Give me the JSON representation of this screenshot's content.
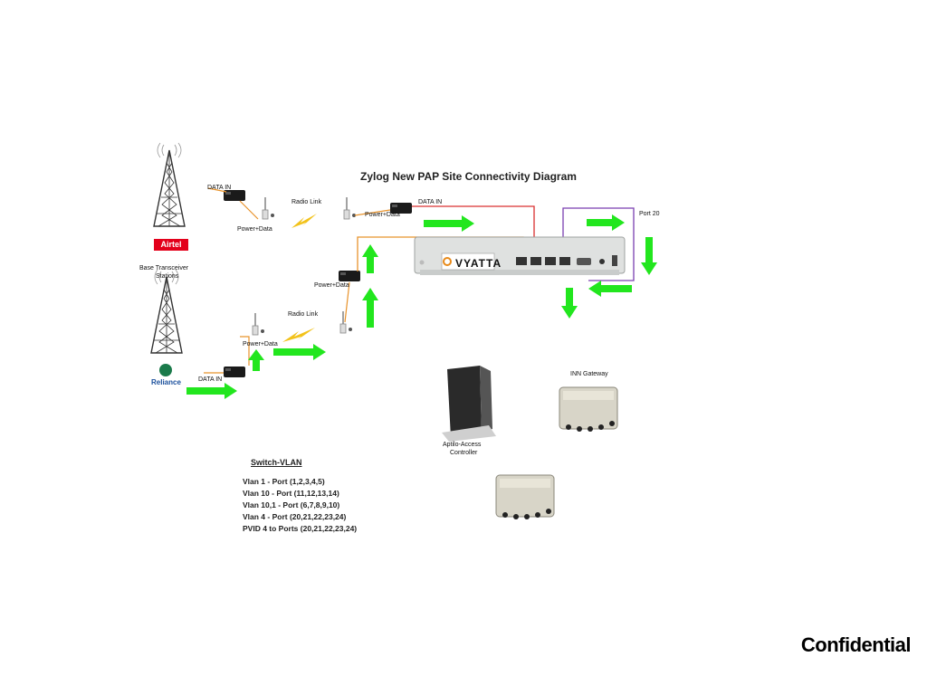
{
  "diagram": {
    "title": "Zylog New PAP Site Connectivity Diagram",
    "labels": {
      "data_in_1": "DATA IN",
      "power_data_1": "Power+Data",
      "radio_link_1": "Radio Link",
      "power_data_2": "Power+Data",
      "data_in_2": "DATA IN",
      "port_20": "Port 20",
      "bts": "Base Transceiver",
      "stations": "Stations",
      "power_data_3": "Power+Data",
      "radio_link_2": "Radio Link",
      "power_data_4": "Power+Data",
      "data_in_3": "DATA IN",
      "inn_gateway": "INN Gateway",
      "aptilo_1": "Aptilo-Access",
      "aptilo_2": "Controller"
    },
    "brands": {
      "airtel": "Airtel",
      "reliance": "Reliance",
      "vyatta": "VYATTA"
    },
    "vlan": {
      "heading": "Switch-VLAN",
      "lines": [
        "Vlan 1  - Port (1,2,3,4,5)",
        "Vlan 10 - Port (11,12,13,14)",
        "Vlan 10,1 - Port (6,7,8,9,10)",
        "Vlan 4 - Port (20,21,22,23,24)",
        "PVID 4 to Ports (20,21,22,23,24)"
      ]
    }
  },
  "footer": {
    "confidential": "Confidential"
  },
  "colors": {
    "arrow": "#22e61e",
    "red_cable": "#d93030",
    "orange_cable": "#e8932c",
    "purple_cable": "#7a3fb0",
    "airtel_red": "#e3001b"
  }
}
